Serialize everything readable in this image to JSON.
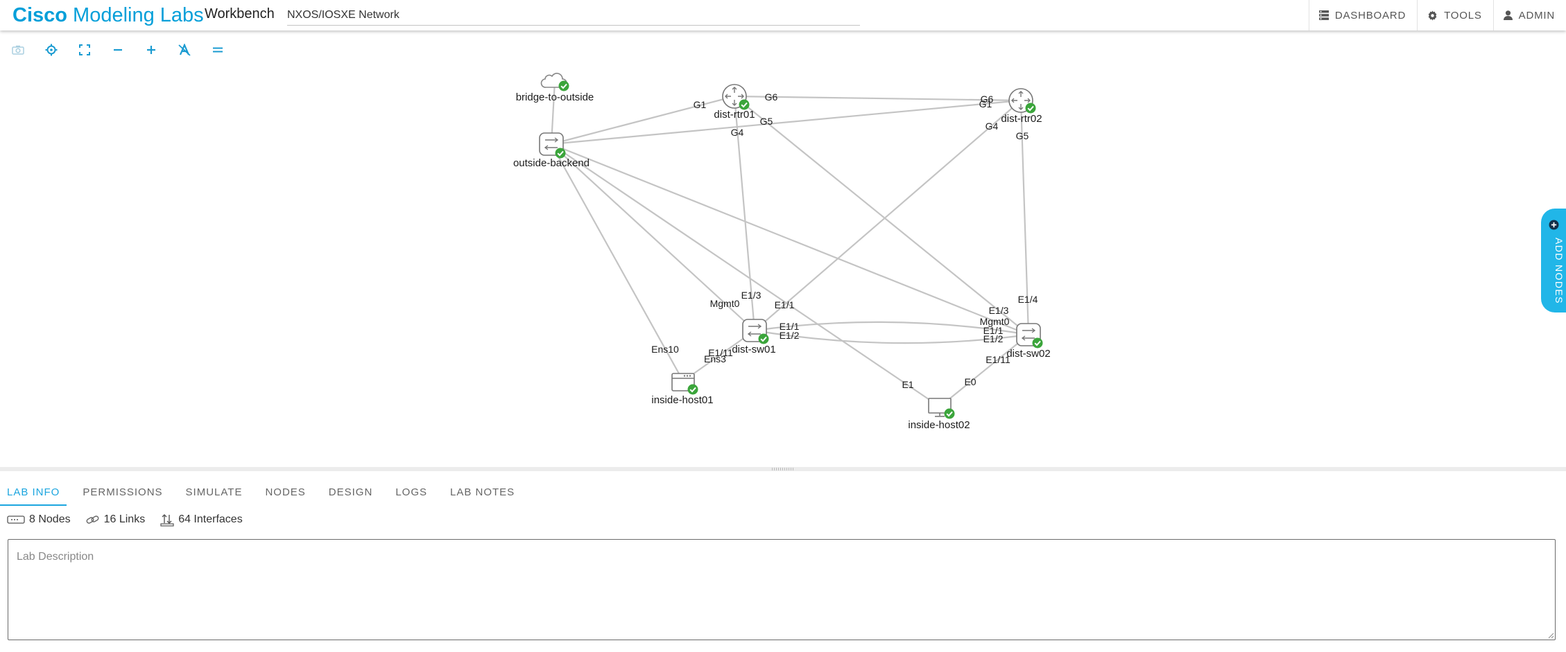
{
  "header": {
    "brand_primary": "Cisco",
    "brand_secondary": "Modeling Labs",
    "workspace": "Workbench",
    "lab_name": "NXOS/IOSXE Network",
    "nav": [
      {
        "label": "DASHBOARD",
        "icon": "dashboard-icon"
      },
      {
        "label": "TOOLS",
        "icon": "gear-icon"
      },
      {
        "label": "ADMIN",
        "icon": "user-icon"
      }
    ]
  },
  "toolbar": {
    "tools": [
      "camera-icon",
      "crosshair-icon",
      "fit-screen-icon",
      "zoom-out-icon",
      "zoom-in-icon",
      "label-toggle-icon",
      "menu-icon"
    ]
  },
  "add_nodes": {
    "label": "ADD NODES"
  },
  "topology": {
    "nodes": [
      {
        "id": "bridge-to-outside",
        "label": "bridge-to-outside",
        "kind": "cloud",
        "status": "running"
      },
      {
        "id": "outside-backend",
        "label": "outside-backend",
        "kind": "switch",
        "status": "running"
      },
      {
        "id": "dist-rtr01",
        "label": "dist-rtr01",
        "kind": "router",
        "status": "running"
      },
      {
        "id": "dist-rtr02",
        "label": "dist-rtr02",
        "kind": "router",
        "status": "running"
      },
      {
        "id": "dist-sw01",
        "label": "dist-sw01",
        "kind": "switch",
        "status": "running"
      },
      {
        "id": "dist-sw02",
        "label": "dist-sw02",
        "kind": "switch",
        "status": "running"
      },
      {
        "id": "inside-host01",
        "label": "inside-host01",
        "kind": "server",
        "status": "running"
      },
      {
        "id": "inside-host02",
        "label": "inside-host02",
        "kind": "host",
        "status": "running"
      }
    ],
    "interface_labels": [
      "G1",
      "G6",
      "G5",
      "G4",
      "G6",
      "G1",
      "G4",
      "G5",
      "E1/3",
      "E1/1",
      "Mgmt0",
      "E1/1",
      "E1/2",
      "Ens10",
      "E1/11",
      "Ens3",
      "E1/4",
      "E1/3",
      "Mgmt0",
      "E1/1",
      "E1/2",
      "E1/11",
      "E1",
      "E0"
    ]
  },
  "tabs": [
    "LAB INFO",
    "PERMISSIONS",
    "SIMULATE",
    "NODES",
    "DESIGN",
    "LOGS",
    "LAB NOTES"
  ],
  "active_tab": "LAB INFO",
  "stats": {
    "nodes": "8 Nodes",
    "links": "16 Links",
    "interfaces": "64 Interfaces"
  },
  "lab_description": {
    "placeholder": "Lab Description",
    "value": ""
  },
  "colors": {
    "accent": "#049fd9",
    "status_ok": "#3ba53b",
    "link": "#c4c4c4"
  }
}
